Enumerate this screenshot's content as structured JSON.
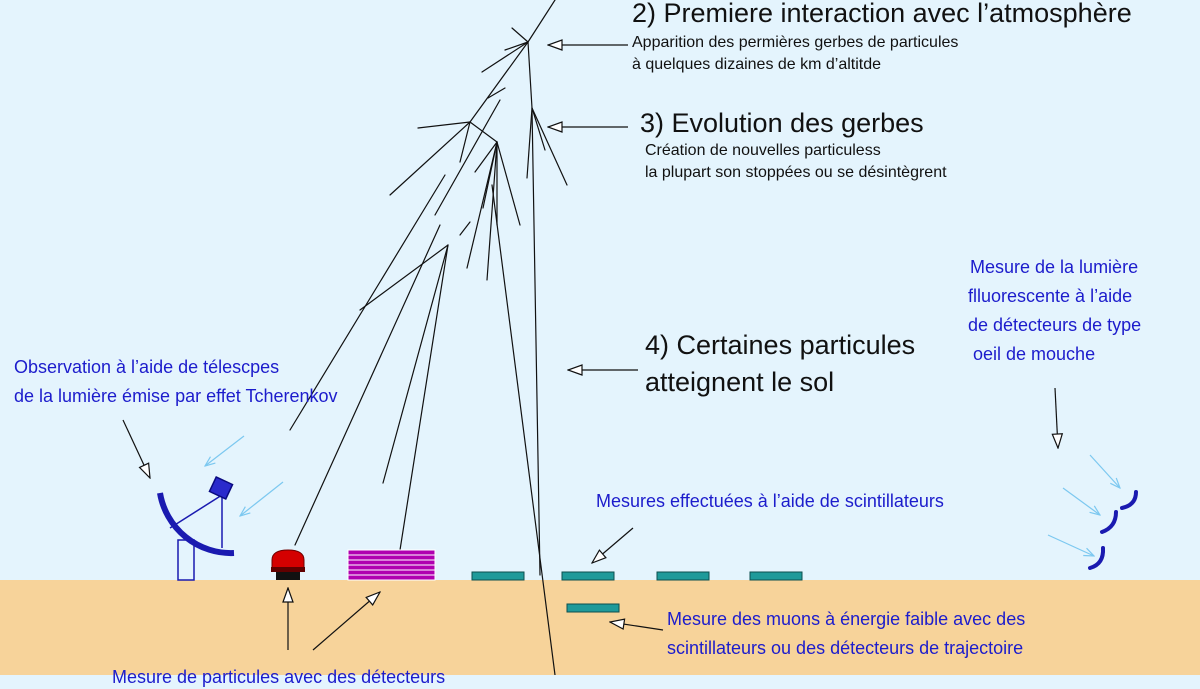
{
  "steps": {
    "step2": {
      "title": "2) Premiere interaction avec l’atmosphère",
      "line1": "Apparition des permières gerbes de particules",
      "line2": "à quelques dizaines de km d’altitde"
    },
    "step3": {
      "title": "3) Evolution des gerbes",
      "line1": "Création de nouvelles  particuless",
      "line2": "la plupart son stoppées ou se désintègrent"
    },
    "step4": {
      "line1": "4) Certaines particules",
      "line2": "atteignent le sol"
    }
  },
  "methods": {
    "cherenkov": {
      "line1": "Observation à l’aide de télescpes",
      "line2": "de la lumière émise par effet Tcherenkov"
    },
    "fluorescence": {
      "line1": "Mesure de la lumière",
      "line2": "flluorescente à l’aide",
      "line3": "de détecteurs de type",
      "line4": " oeil de mouche"
    },
    "scintillators": "Mesures effectuées à l’aide de scintillateurs",
    "muons": {
      "line1": "Mesure des muons à énergie faible avec des",
      "line2": "scintillateurs ou des détecteurs de trajectoire"
    },
    "cut_off": "Mesure de particules avec des détecteurs"
  },
  "colors": {
    "sky": "#e4f4fd",
    "ground": "#f7d39a",
    "label_blue": "#1c1ccc",
    "telescope_blue": "#1a1ab0",
    "detector_red": "#d40000",
    "calorimeter_magenta": "#b000b0",
    "scintillator_teal": "#1f9a9a",
    "light_ray": "#7cc8f0"
  }
}
